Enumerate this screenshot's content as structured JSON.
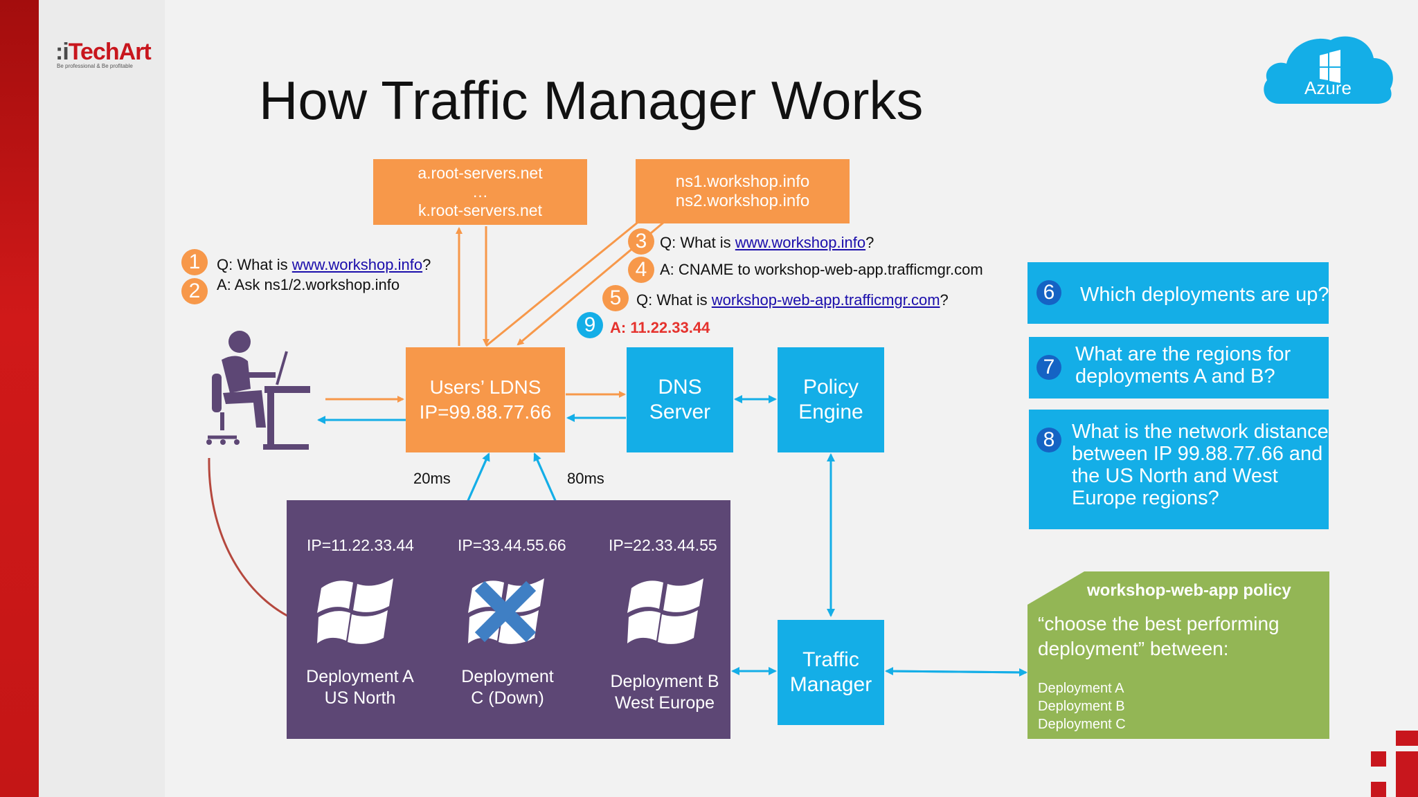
{
  "brand": {
    "logo_prefix": ":i",
    "logo_main": "TechArt",
    "logo_tagline": "Be professional & Be profitable"
  },
  "title": "How Traffic Manager Works",
  "azure_badge": "Azure",
  "root_servers": {
    "line1": "a.root-servers.net",
    "line2": "…",
    "line3": "k.root-servers.net"
  },
  "ns_servers": {
    "line1": "ns1.workshop.info",
    "line2": "ns2.workshop.info"
  },
  "steps": {
    "s1": {
      "num": "1",
      "prefix": "Q: What is ",
      "link": "www.workshop.info",
      "suffix": "?"
    },
    "s2": {
      "num": "2",
      "text": "A: Ask ns1/2.workshop.info"
    },
    "s3": {
      "num": "3",
      "prefix": "Q: What is ",
      "link": "www.workshop.info",
      "suffix": "?"
    },
    "s4": {
      "num": "4",
      "text": "A: CNAME to workshop-web-app.trafficmgr.com"
    },
    "s5": {
      "num": "5",
      "prefix": "Q: What is ",
      "link": "workshop-web-app.trafficmgr.com",
      "suffix": "?"
    },
    "s9": {
      "num": "9",
      "text": "A: 11.22.33.44"
    }
  },
  "ldns": {
    "line1": "Users’ LDNS",
    "line2": "IP=99.88.77.66"
  },
  "dns_server": {
    "line1": "DNS",
    "line2": "Server"
  },
  "policy_engine": {
    "line1": "Policy",
    "line2": "Engine"
  },
  "traffic_manager": {
    "line1": "Traffic",
    "line2": "Manager"
  },
  "latency": {
    "a": "20ms",
    "b": "80ms"
  },
  "deployments": [
    {
      "ip": "IP=11.22.33.44",
      "line1": "Deployment A",
      "line2": "US North"
    },
    {
      "ip": "IP=33.44.55.66",
      "line1": "Deployment",
      "line2": "C (Down)"
    },
    {
      "ip": "IP=22.33.44.55",
      "line1": "Deployment B",
      "line2": "West Europe"
    }
  ],
  "questions": {
    "q6": {
      "num": "6",
      "text": "Which deployments are up?"
    },
    "q7": {
      "num": "7",
      "line1": "What are the regions for",
      "line2": "deployments A and B?"
    },
    "q8": {
      "num": "8",
      "line1": "What is the network distance",
      "line2": "between IP 99.88.77.66 and",
      "line3": "the US North and West",
      "line4": "Europe regions?"
    }
  },
  "policy": {
    "title": "workshop-web-app policy",
    "line1": "“choose the best performing",
    "line2": "deployment” between:",
    "items": [
      "Deployment A",
      "Deployment B",
      "Deployment C"
    ]
  },
  "colors": {
    "orange": "#f7984a",
    "blue": "#14aee7",
    "purple": "#5d4775",
    "green": "#93b655",
    "red_answer": "#e5322d",
    "brand_red": "#c8161d"
  }
}
